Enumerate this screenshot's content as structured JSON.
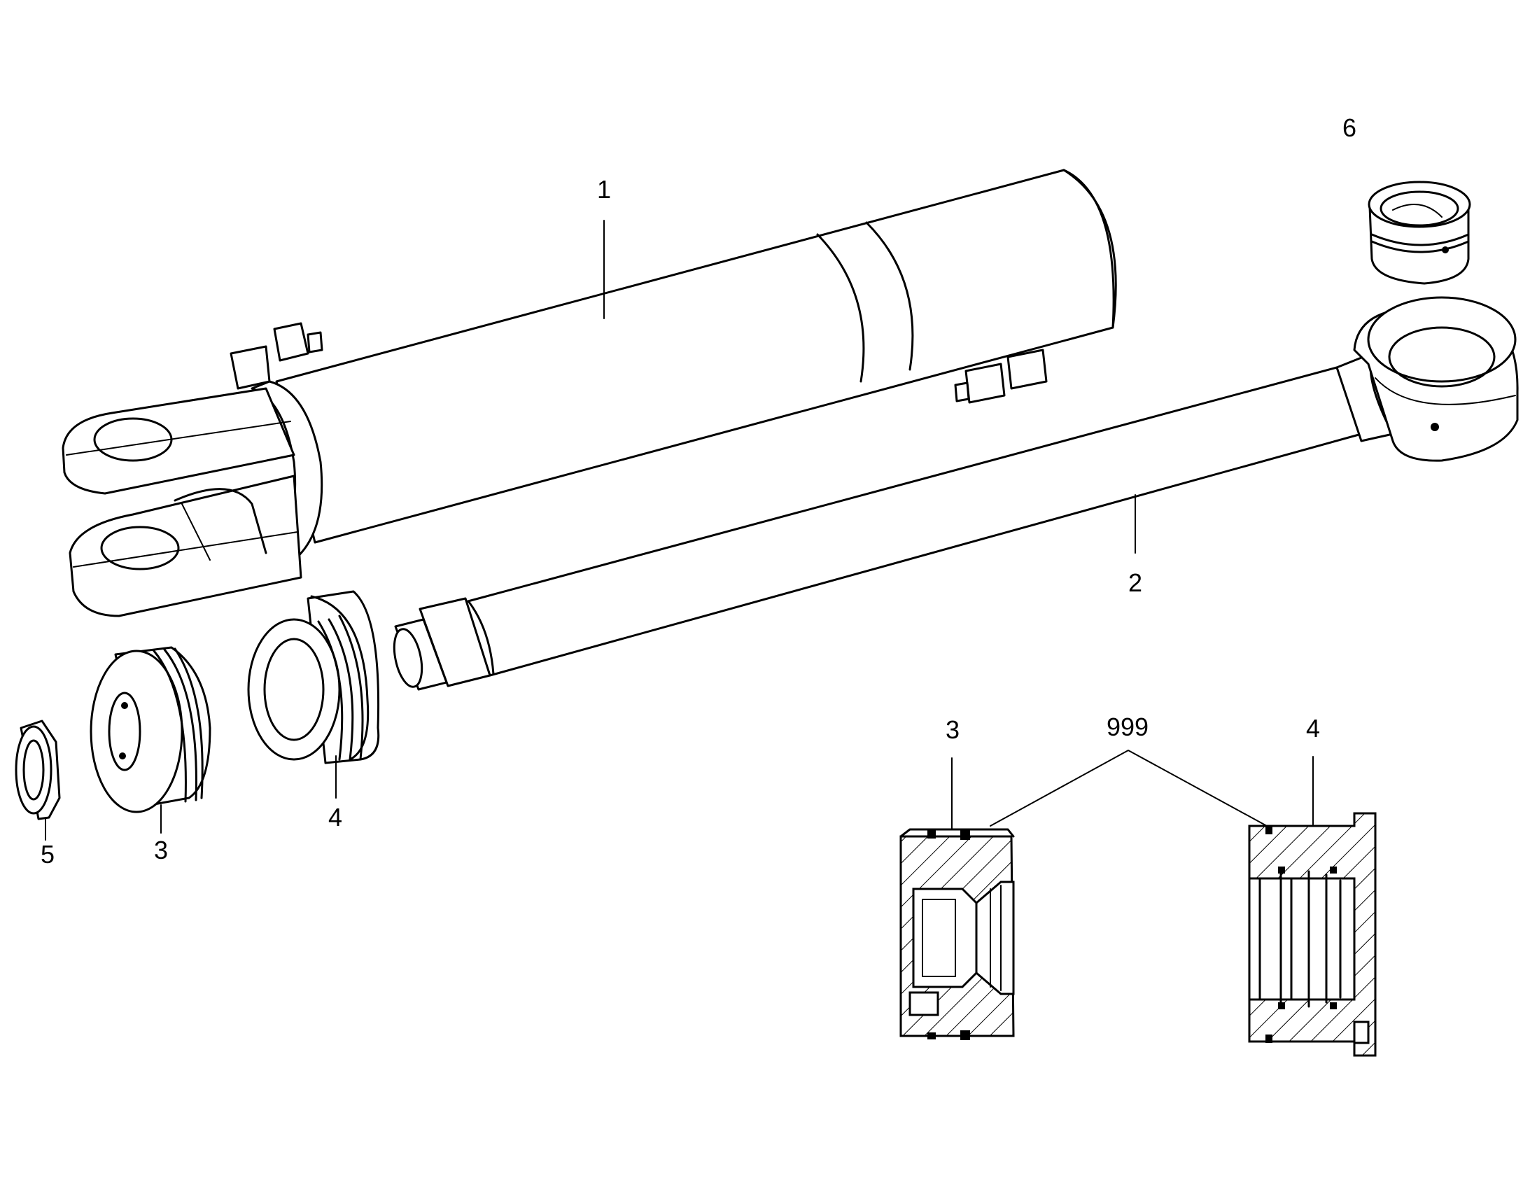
{
  "callouts": {
    "part1": "1",
    "part2": "2",
    "part3": "3",
    "part4": "4",
    "part5": "5",
    "part6": "6",
    "section3": "3",
    "section4": "4",
    "seals": "999"
  },
  "colors": {
    "line": "#000000",
    "background": "#ffffff"
  }
}
